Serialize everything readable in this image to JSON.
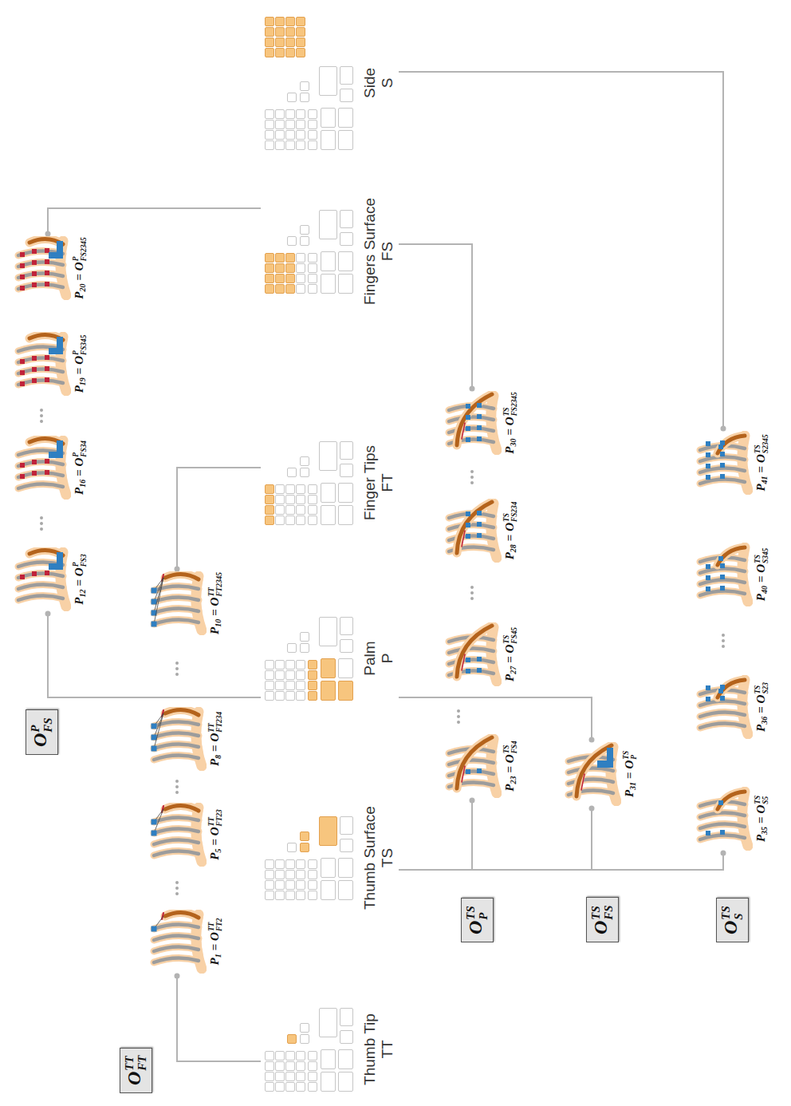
{
  "diagram": {
    "nodes": [
      {
        "text": [
          "Thumb Tip",
          "TT"
        ]
      },
      {
        "text": [
          "Thumb Surface",
          "TS"
        ]
      },
      {
        "text": [
          "Palm",
          "P"
        ]
      },
      {
        "text": [
          "Finger Tips",
          "FT"
        ]
      },
      {
        "text": [
          "Fingers Surface",
          "FS"
        ]
      },
      {
        "text": [
          "Side",
          "S"
        ]
      },
      {
        "text": [
          "O",
          "P",
          "FS"
        ]
      },
      {
        "text": [
          "O",
          "TT",
          "FT"
        ]
      },
      {
        "text": [
          "O",
          "TS",
          "P"
        ]
      },
      {
        "text": [
          "O",
          "TS",
          "FS"
        ]
      },
      {
        "text": [
          "O",
          "TS",
          "S"
        ]
      },
      {
        "text": [
          "P",
          "12",
          "= O",
          "P",
          "FS3"
        ]
      },
      {
        "text": [
          "P",
          "16",
          "= O",
          "P",
          "FS34"
        ]
      },
      {
        "text": [
          "P",
          "19",
          "= O",
          "P",
          "FS345"
        ]
      },
      {
        "text": [
          "P",
          "20",
          "= O",
          "P",
          "FS2345"
        ]
      },
      {
        "text": [
          "P",
          "1",
          "= O",
          "TT",
          "FT2"
        ]
      },
      {
        "text": [
          "P",
          "5",
          "= O",
          "TT",
          "FT23"
        ]
      },
      {
        "text": [
          "P",
          "8",
          "= O",
          "TT",
          "FT234"
        ]
      },
      {
        "text": [
          "P",
          "10",
          "= O",
          "TT",
          "FT2345"
        ]
      },
      {
        "text": [
          "P",
          "23",
          "= O",
          "TS",
          "FS4"
        ]
      },
      {
        "text": [
          "P",
          "27",
          "= O",
          "TS",
          "FS45"
        ]
      },
      {
        "text": [
          "P",
          "28",
          "= O",
          "TS",
          "FS234"
        ]
      },
      {
        "text": [
          "P",
          "30",
          "= O",
          "TS",
          "FS2345"
        ]
      },
      {
        "text": [
          "P",
          "31",
          "= O",
          "TS",
          "P"
        ]
      },
      {
        "text": [
          "P",
          "35",
          "= O",
          "TS",
          "S5"
        ]
      },
      {
        "text": [
          "P",
          "36",
          "= O",
          "TS",
          "S23"
        ]
      },
      {
        "text": [
          "P",
          "40",
          "= O",
          "TS",
          "S345"
        ]
      },
      {
        "text": [
          "P",
          "41",
          "= O",
          "TS",
          "S2345"
        ]
      }
    ],
    "edges": [
      {
        "from": 0,
        "to": 15,
        "arrow": "none"
      },
      {
        "from": 3,
        "to": 18,
        "arrow": "none"
      },
      {
        "from": 2,
        "to": 11,
        "arrow": "none"
      },
      {
        "from": 4,
        "to": 14,
        "arrow": "none"
      },
      {
        "from": 1,
        "to": 19,
        "arrow": "none"
      },
      {
        "from": 1,
        "to": 23,
        "arrow": "none"
      },
      {
        "from": 1,
        "to": 24,
        "arrow": "none"
      },
      {
        "from": 4,
        "to": 22,
        "arrow": "none"
      },
      {
        "from": 2,
        "to": 23,
        "arrow": "none"
      },
      {
        "from": 5,
        "to": 27,
        "arrow": "none"
      }
    ]
  }
}
